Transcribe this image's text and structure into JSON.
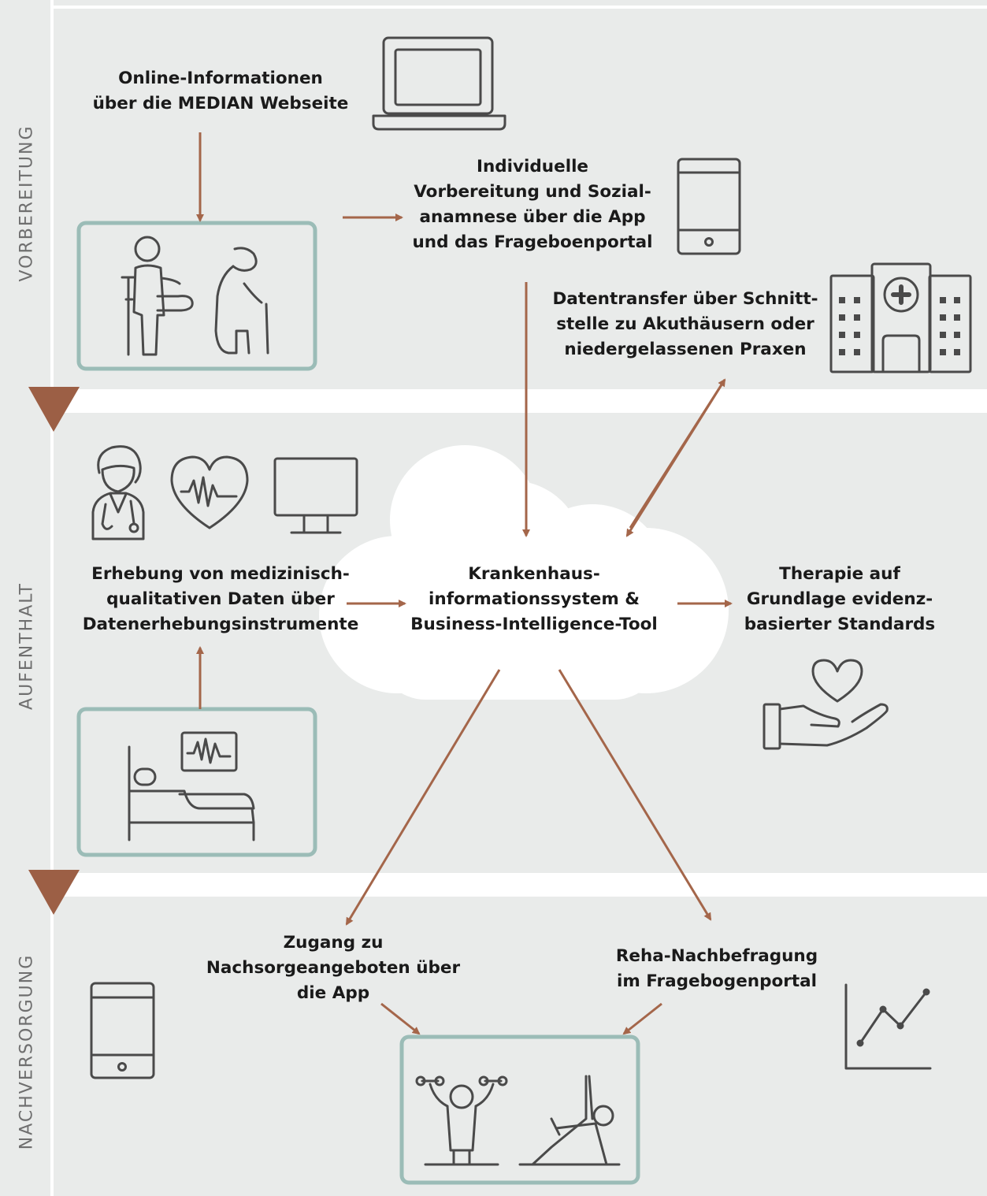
{
  "phases": {
    "vorbereitung": "VORBEREITUNG",
    "aufenthalt": "AUFENTHALT",
    "nachversorgung": "NACHVERSORGUNG"
  },
  "labels": {
    "online_info": [
      "Online-Informationen",
      "über die MEDIAN Webseite"
    ],
    "individuelle": [
      "Individuelle",
      "Vorbereitung und Sozial-",
      "anamnese über die App",
      "und das Frageboenportal"
    ],
    "datentransfer": [
      "Datentransfer über Schnitt-",
      "stelle zu Akuthäusern oder",
      "niedergelassenen Praxen"
    ],
    "erhebung": [
      "Erhebung von medizinisch-",
      "qualitativen Daten über",
      "Datenerhebungsinstrumente"
    ],
    "krankenhaus": [
      "Krankenhaus-",
      "informationssystem &",
      "Business-Intelligence-Tool"
    ],
    "therapie": [
      "Therapie auf",
      "Grundlage evidenz-",
      "basierter Standards"
    ],
    "zugang": [
      "Zugang zu",
      "Nachsorgeangeboten über",
      "die App"
    ],
    "reha": [
      "Reha-Nachbefragung",
      "im Fragebogenportal"
    ]
  },
  "colors": {
    "panel": "#e9ebea",
    "arrow": "#a4664a",
    "triangle": "#9c5f45",
    "icon": "#4a4a4a",
    "frame": "#9bbcb7",
    "phase_text": "#6f6f6f"
  },
  "icons": [
    "laptop-icon",
    "tablet-icon",
    "hospital-icon",
    "patients-icon",
    "doctor-icon",
    "heart-pulse-icon",
    "monitor-icon",
    "hospital-bed-icon",
    "heart-hand-icon",
    "exercise-icon",
    "line-chart-icon"
  ]
}
